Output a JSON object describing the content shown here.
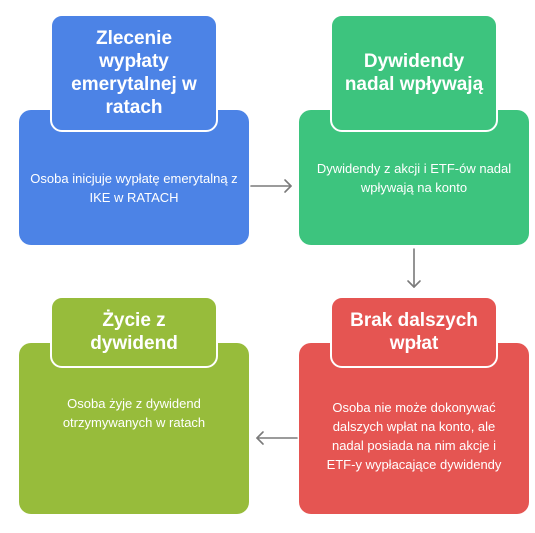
{
  "colors": {
    "blue": "#4c83e6",
    "green": "#3dc47e",
    "red": "#e55552",
    "olive": "#97bc3b",
    "arrow": "#7a7a7a"
  },
  "steps": [
    {
      "title": "Zlecenie wypłaty emerytalnej w ratach",
      "text": "Osoba inicjuje wypłatę emerytalną z IKE w RATACH"
    },
    {
      "title": "Dywidendy nadal wpływają",
      "text": "Dywidendy z akcji i ETF-ów nadal wpływają na konto"
    },
    {
      "title": "Brak dalszych wpłat",
      "text": "Osoba nie może dokonywać dalszych wpłat na konto, ale nadal posiada na nim akcje i ETF-y wypłacające dywidendy"
    },
    {
      "title": "Życie z dywidend",
      "text": "Osoba żyje z dywidend otrzymywanych w ratach"
    }
  ]
}
